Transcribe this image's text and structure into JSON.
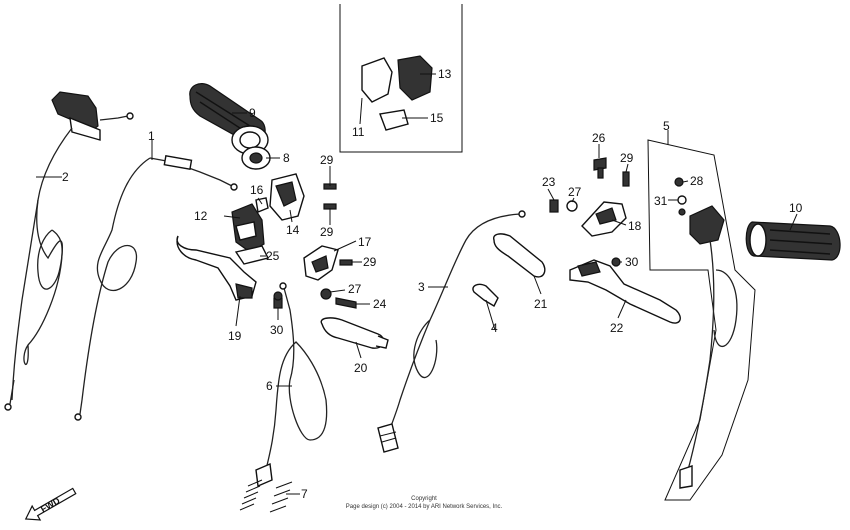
{
  "diagram": {
    "callouts": [
      "1",
      "2",
      "3",
      "4",
      "5",
      "6",
      "7",
      "8",
      "9",
      "11",
      "12",
      "13",
      "14",
      "15",
      "16",
      "17",
      "18",
      "19",
      "20",
      "21",
      "22",
      "23",
      "24",
      "25",
      "26",
      "27",
      "27",
      "28",
      "29",
      "29",
      "29",
      "29",
      "30",
      "30",
      "31",
      "10"
    ],
    "fwd_label": "FWD",
    "copyright_line1": "Copyright",
    "copyright_line2": "Page design (c) 2004 - 2014 by ARI Network Services, Inc."
  }
}
